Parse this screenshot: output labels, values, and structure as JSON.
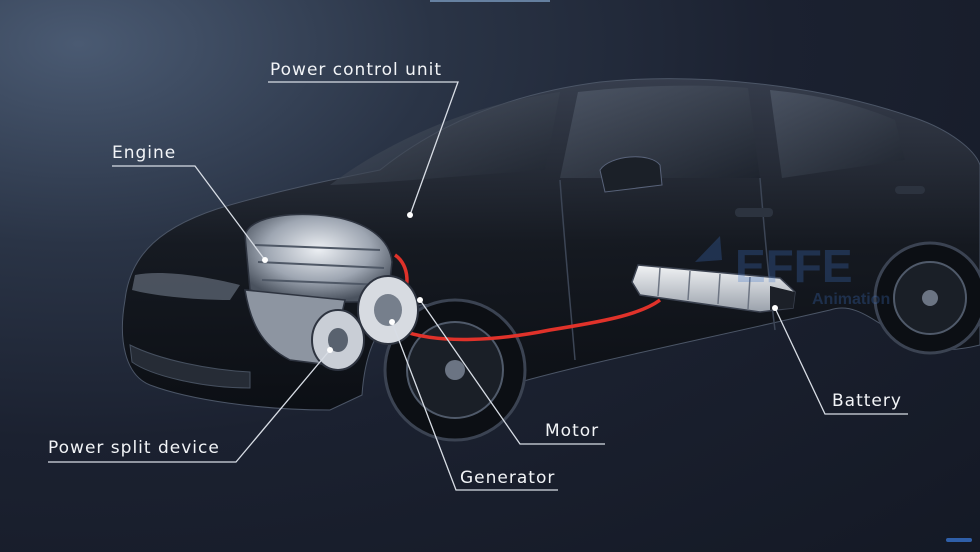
{
  "labels": {
    "power_control_unit": "Power control unit",
    "engine": "Engine",
    "battery": "Battery",
    "motor": "Motor",
    "power_split_device": "Power split device",
    "generator": "Generator"
  },
  "watermark": {
    "text_primary": "EFFE",
    "text_secondary": "Animation"
  },
  "colors": {
    "background": "#1b2130",
    "car_body": "#0f1218",
    "callout_line": "#d8dde5",
    "cable": "#e0322a"
  }
}
